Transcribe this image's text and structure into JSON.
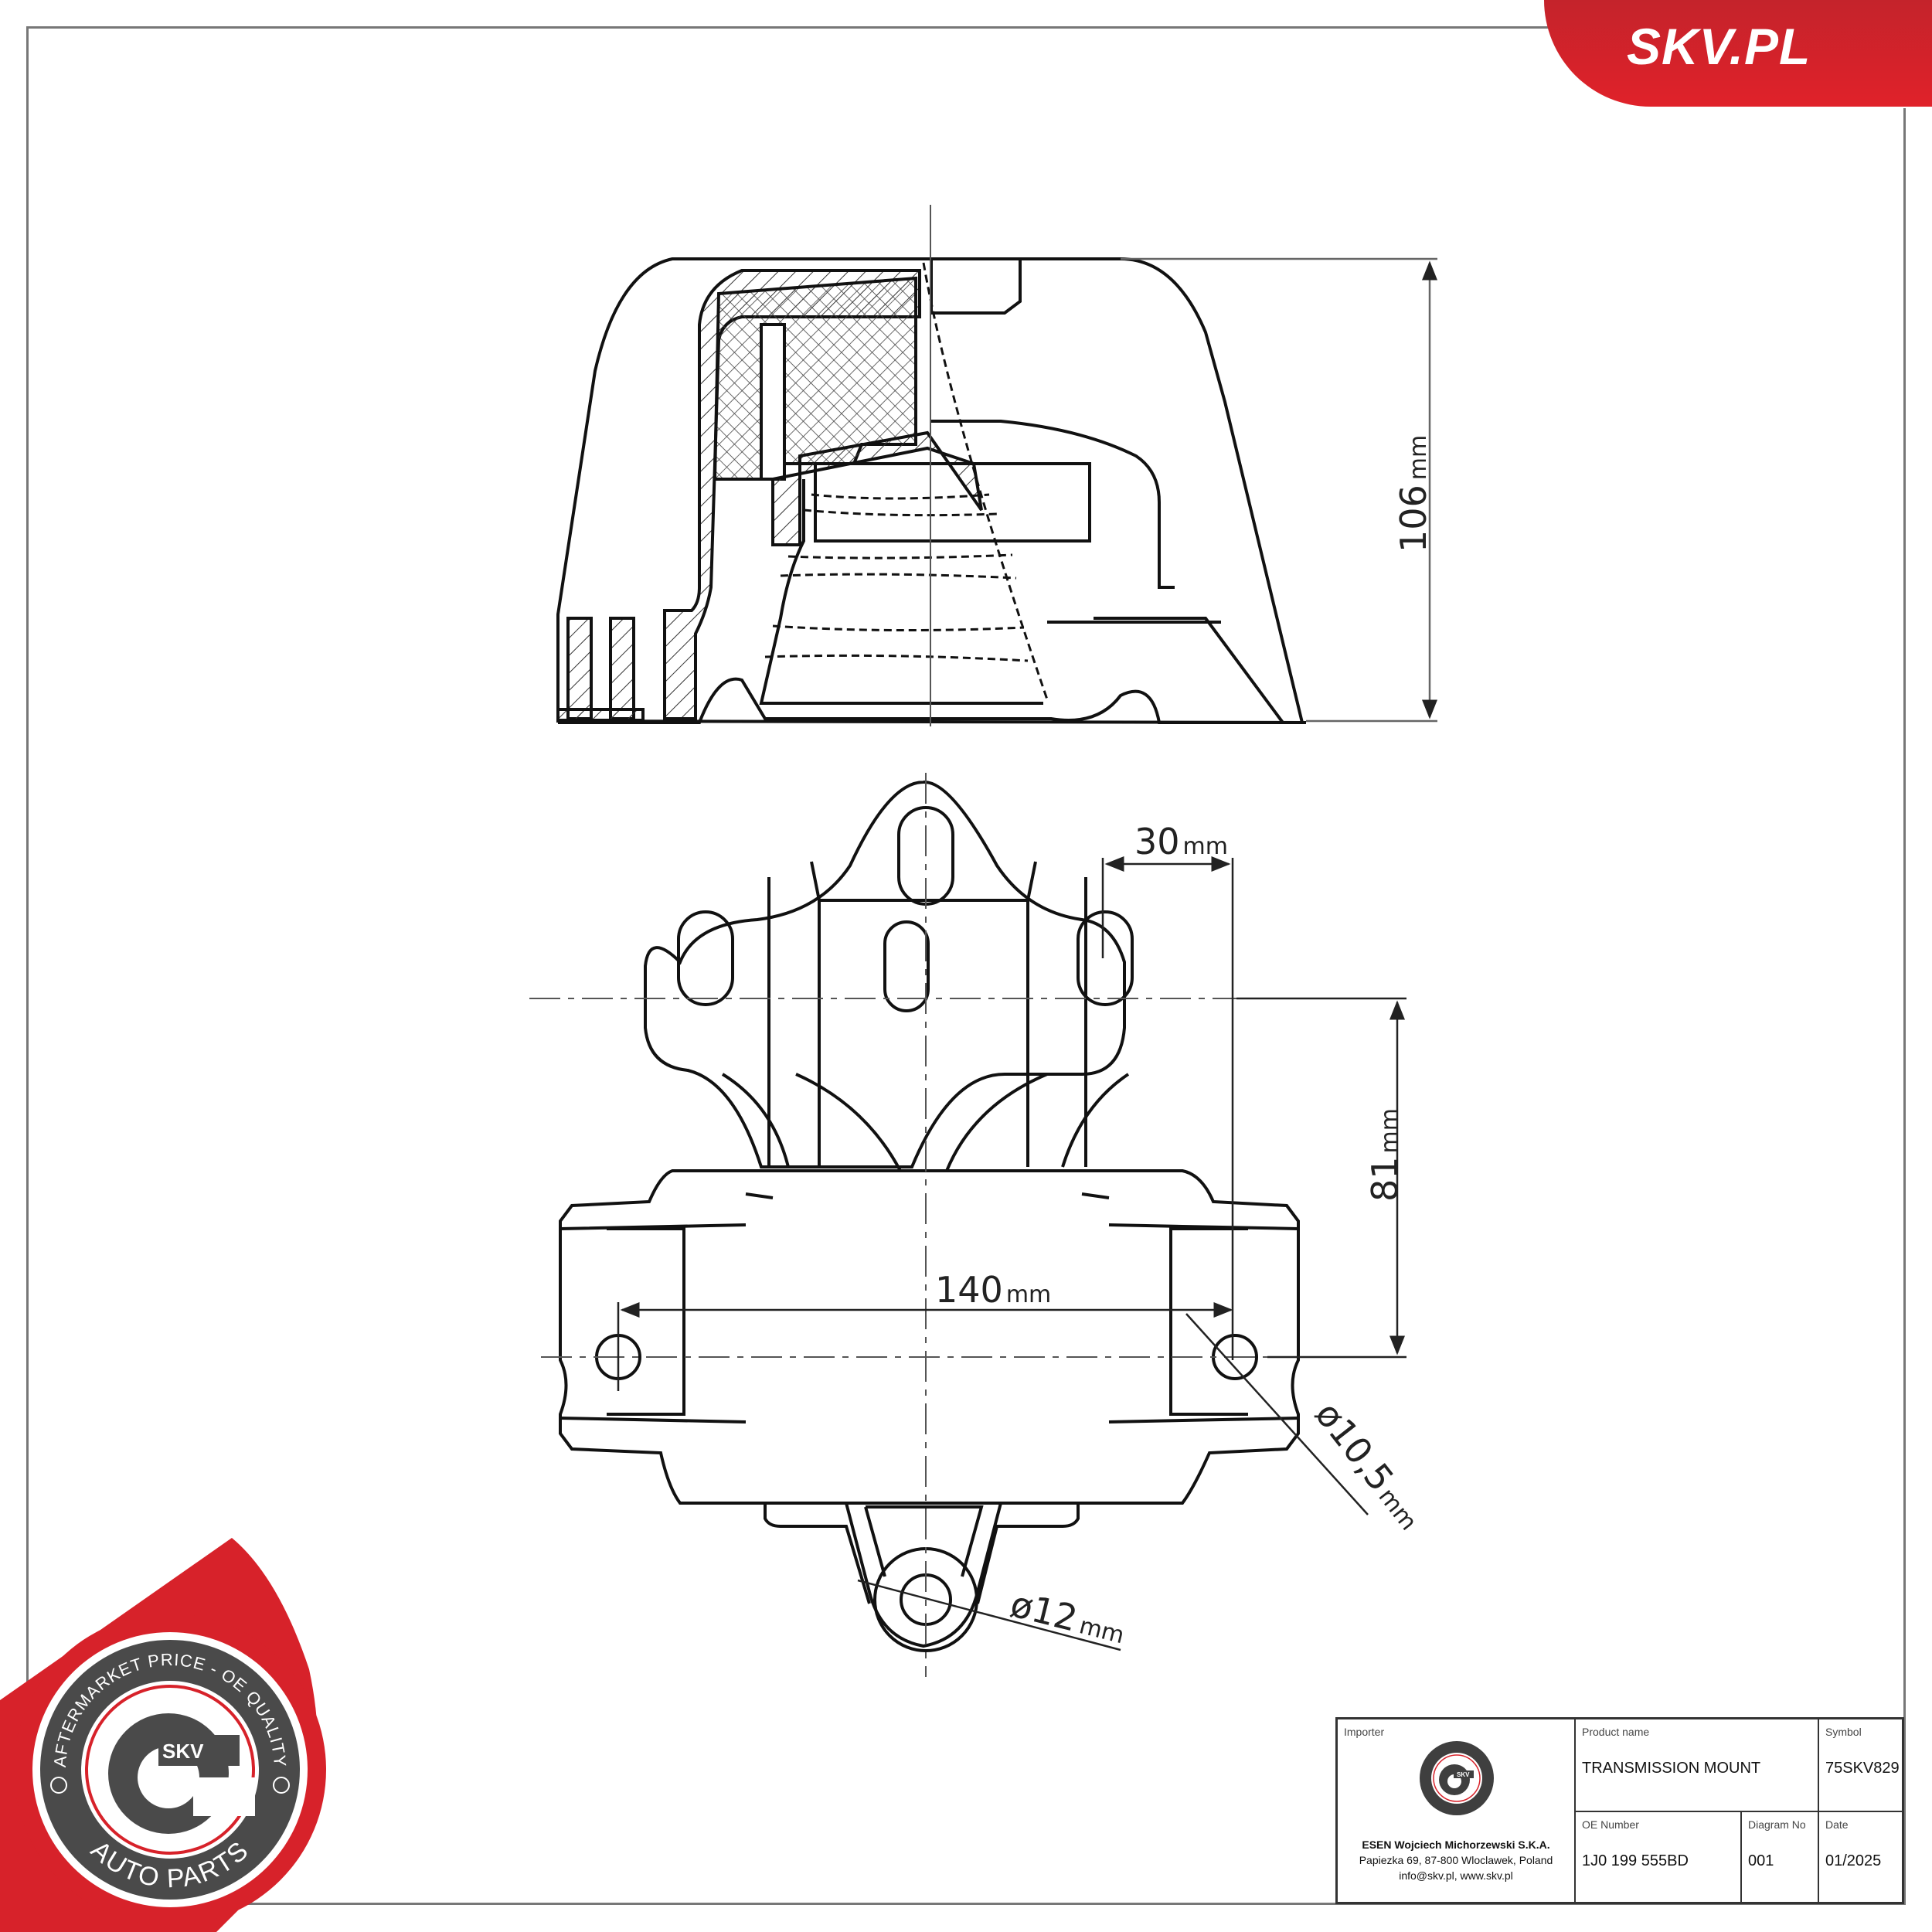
{
  "brand": {
    "site_label": "SKV.PL",
    "accent_color": "#d7222a",
    "badge": {
      "top_arc": "AFTERMARKET PRICE - OE QUALITY",
      "center": "SKV",
      "bottom_arc": "AUTO PARTS"
    }
  },
  "drawing": {
    "views": [
      "section-side-view",
      "top-view"
    ],
    "dimensions": {
      "height": {
        "value": "106",
        "unit": "mm"
      },
      "offset": {
        "value": "30",
        "unit": "mm"
      },
      "depth": {
        "value": "81",
        "unit": "mm"
      },
      "hole_spacing": {
        "value": "140",
        "unit": "mm"
      },
      "hole_diameter": {
        "prefix": "ø",
        "value": "10,5",
        "unit": "mm"
      },
      "eye_diameter": {
        "prefix": "ø",
        "value": "12",
        "unit": "mm"
      }
    }
  },
  "title_block": {
    "importer": {
      "label": "Importer",
      "company": "ESEN Wojciech Michorzewski S.K.A.",
      "address": "Papiezka 69, 87-800 Wloclawek, Poland",
      "contact": "info@skv.pl, www.skv.pl"
    },
    "product_name": {
      "label": "Product name",
      "value": "TRANSMISSION MOUNT"
    },
    "symbol": {
      "label": "Symbol",
      "value": "75SKV829"
    },
    "oe_number": {
      "label": "OE Number",
      "value": "1J0 199 555BD"
    },
    "diagram_no": {
      "label": "Diagram No",
      "value": "001"
    },
    "date": {
      "label": "Date",
      "value": "01/2025"
    }
  }
}
